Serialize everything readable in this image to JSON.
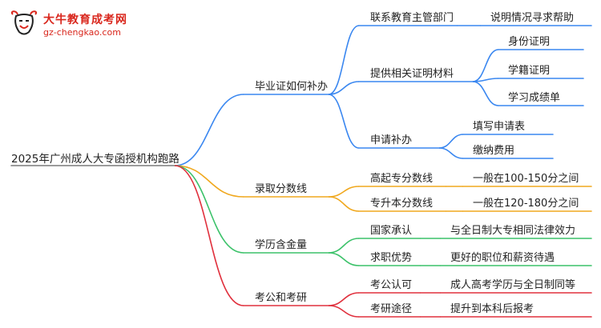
{
  "logo": {
    "title": "大牛教育成考网",
    "url": "gz-chengkao.com"
  },
  "colors": {
    "blue": "#3a87f0",
    "orange": "#f0a81e",
    "green": "#3cc26a",
    "red": "#e0303d",
    "logo_red": "#d9261c"
  },
  "mindmap": {
    "root": "2025年广州成人大专函授机构跑路",
    "branches": [
      {
        "label": "毕业证如何补办",
        "color": "blue",
        "children": [
          {
            "label": "联系教育主管部门",
            "children": [
              "说明情况寻求帮助"
            ]
          },
          {
            "label": "提供相关证明材料",
            "children": [
              "身份证明",
              "学籍证明",
              "学习成绩单"
            ]
          },
          {
            "label": "申请补办",
            "children": [
              "填写申请表",
              "缴纳费用"
            ]
          }
        ]
      },
      {
        "label": "录取分数线",
        "color": "orange",
        "children": [
          {
            "label": "高起专分数线",
            "children": [
              "一般在100-150分之间"
            ]
          },
          {
            "label": "专升本分数线",
            "children": [
              "一般在120-180分之间"
            ]
          }
        ]
      },
      {
        "label": "学历含金量",
        "color": "green",
        "children": [
          {
            "label": "国家承认",
            "children": [
              "与全日制大专相同法律效力"
            ]
          },
          {
            "label": "求职优势",
            "children": [
              "更好的职位和薪资待遇"
            ]
          }
        ]
      },
      {
        "label": "考公和考研",
        "color": "red",
        "children": [
          {
            "label": "考公认可",
            "children": [
              "成人高考学历与全日制同等"
            ]
          },
          {
            "label": "考研途径",
            "children": [
              "提升到本科后报考"
            ]
          }
        ]
      }
    ]
  }
}
